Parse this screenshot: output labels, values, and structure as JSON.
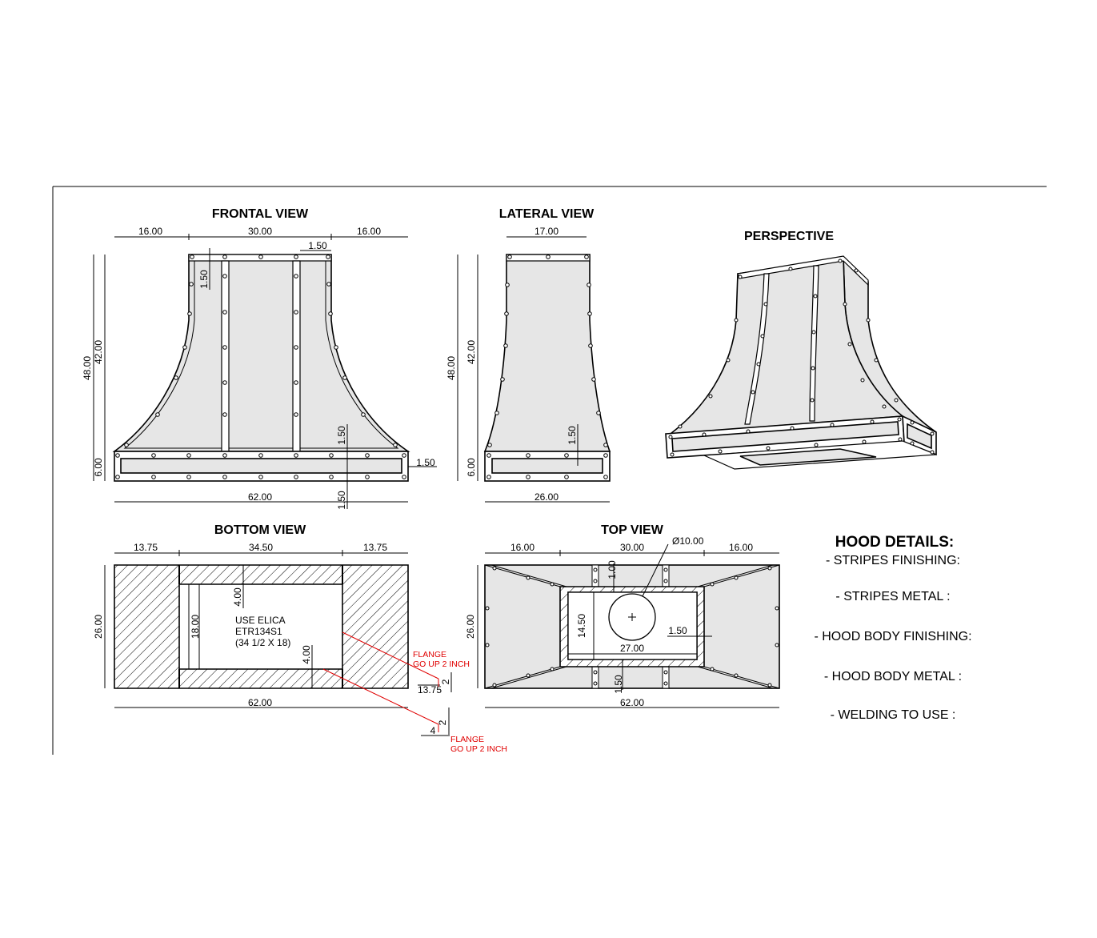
{
  "views": {
    "frontal": {
      "title": "FRONTAL VIEW",
      "dims": {
        "top_left": "16.00",
        "top_mid": "30.00",
        "top_right": "16.00",
        "stripe_offset": "1.50",
        "stripe_width": "1.50",
        "overall_height": "48.00",
        "body_height": "42.00",
        "band_height": "6.00",
        "band_stripe": "1.50",
        "band_side": "1.50",
        "band_bottom": "1.50",
        "width": "62.00"
      }
    },
    "lateral": {
      "title": "LATERAL VIEW",
      "dims": {
        "top_depth": "17.00",
        "overall_height": "48.00",
        "body_height": "42.00",
        "band_height": "6.00",
        "band_stripe": "1.50",
        "depth": "26.00"
      }
    },
    "perspective": {
      "title": "PERSPECTIVE"
    },
    "bottom": {
      "title": "BOTTOM VIEW",
      "dims": {
        "left": "13.75",
        "mid": "34.50",
        "right": "13.75",
        "depth": "26.00",
        "opening_height": "18.00",
        "front_margin": "4.00",
        "back_margin": "4.00",
        "width": "62.00",
        "flange_width": "13.75",
        "flange_up_1": "2",
        "flange_up_2": "2",
        "flange_return": "4"
      },
      "insert_note": [
        "USE ELICA",
        "ETR134S1",
        "(34 1/2 X 18)"
      ],
      "flange_note_1": [
        "FLANGE",
        "GO UP 2 INCH"
      ],
      "flange_note_2": [
        "FLANGE",
        "GO UP 2 INCH"
      ]
    },
    "top": {
      "title": "TOP VIEW",
      "dims": {
        "left": "16.00",
        "mid": "30.00",
        "right": "16.00",
        "duct": "Ø10.00",
        "top_margin": "1.00",
        "depth": "26.00",
        "opening_depth": "14.50",
        "side_margin": "1.50",
        "opening_width": "27.00",
        "bottom_margin": "1.50",
        "width": "62.00"
      }
    }
  },
  "hood_details": {
    "title": "HOOD DETAILS:",
    "items": [
      "- STRIPES FINISHING:",
      "- STRIPES METAL :",
      "- HOOD BODY FINISHING:",
      "- HOOD BODY METAL :",
      "- WELDING TO USE :"
    ]
  },
  "colors": {
    "panel": "#e6e6e6",
    "annotation": "#e00000",
    "line": "#000000"
  }
}
